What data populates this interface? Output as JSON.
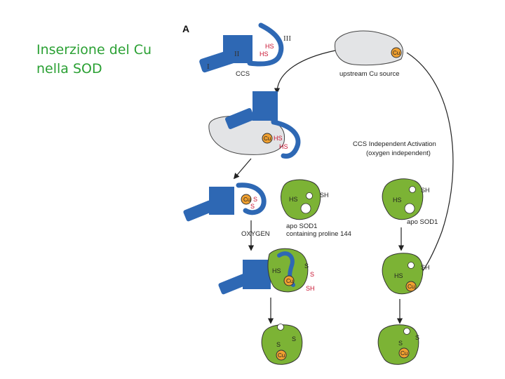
{
  "slide": {
    "title": "Inserzione del Cu nella SOD"
  },
  "figure": {
    "panel_letter": "A",
    "ccs_domains": [
      "I",
      "II",
      "III"
    ],
    "ccs_label": "CCS",
    "upstream_label": "upstream Cu source",
    "cu_label": "Cu",
    "hs_label": "HS",
    "sh_label": "SH",
    "s_label": "S",
    "independent_title": "CCS Independent Activation",
    "independent_subtitle": "(oxygen independent)",
    "apo_p144_line1": "apo SOD1",
    "apo_p144_line2": "containing proline 144",
    "apo_label": "apo SOD1",
    "oxygen_label": "OXYGEN",
    "colors": {
      "ccs_blue": "#2e68b4",
      "sod_green": "#7cb335",
      "cu_orange": "#f0a030",
      "gray_protein": "#e3e4e6",
      "title_green": "#2aa033",
      "thiol_red": "#c8102e"
    }
  }
}
